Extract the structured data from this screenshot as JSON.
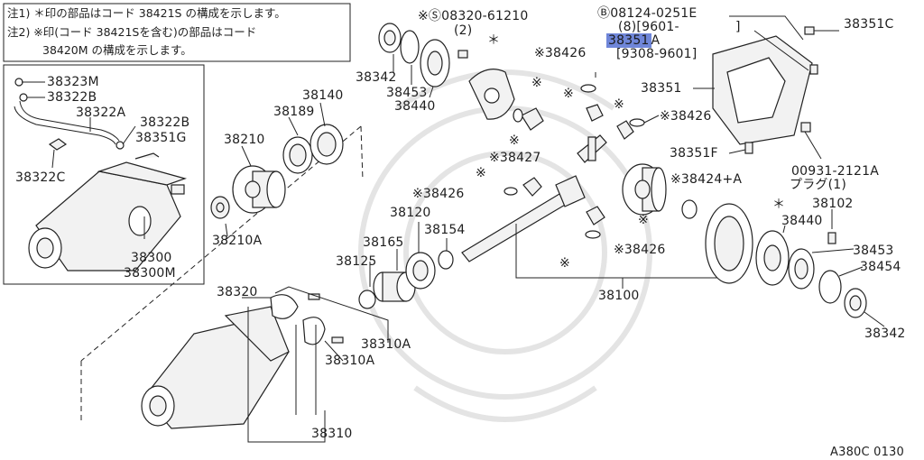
{
  "notes": {
    "line1": "注1) ＊印の部品はコード 38421S の構成を示します。",
    "line2": "注2) ※印(コード 38421Sを含む)の部品はコード",
    "line3": "38420M の構成を示します。"
  },
  "inset_labels": {
    "p38323M": "38323M",
    "p38322B_top": "38322B",
    "p38322A": "38322A",
    "p38322B": "38322B",
    "p38351G": "38351G",
    "p38322C": "38322C",
    "p38300": "38300",
    "p38300M": "38300M"
  },
  "labels": {
    "p38342_top": "38342",
    "p38453_top": "38453",
    "p38440_top": "38440",
    "screw_code": "※Ⓢ08320-61210",
    "screw_qty": "(2)",
    "bolt_code": "Ⓑ08124-0251E",
    "bolt_qty": "(8)[9601-",
    "bolt_bracket": "]",
    "p38351A_hl": "38351",
    "p38351A_suffix": "A",
    "range": "[9308-9601]",
    "p38351C": "38351C",
    "p38351": "38351",
    "p38426_a": "※38426",
    "p38426_b": "※38426",
    "p38351F": "38351F",
    "plug_code": "00931-2121A",
    "plug_name": "プラグ(1)",
    "p38140": "38140",
    "p38189": "38189",
    "p38210": "38210",
    "p38427": "※38427",
    "p38426_c": "※38426",
    "p38424": "※38424+A",
    "p38120": "38120",
    "p38154": "38154",
    "p38165": "38165",
    "p38125": "38125",
    "p38210A": "38210A",
    "p38426_d": "※38426",
    "p38440_bottom": "38440",
    "p38102": "38102",
    "p38453_bottom": "38453",
    "p38454": "38454",
    "p38342_bottom": "38342",
    "p38100": "38100",
    "p38320": "38320",
    "p38310A_a": "38310A",
    "p38310A_b": "38310A",
    "p38310": "38310",
    "asterisk_a": "＊",
    "asterisk_b": "＊",
    "mark_a": "※",
    "mark_b": "※",
    "mark_c": "※",
    "mark_d": "※",
    "mark_e": "※",
    "mark_f": "※",
    "mark_g": "※"
  },
  "figure_id": "A380C 0130"
}
